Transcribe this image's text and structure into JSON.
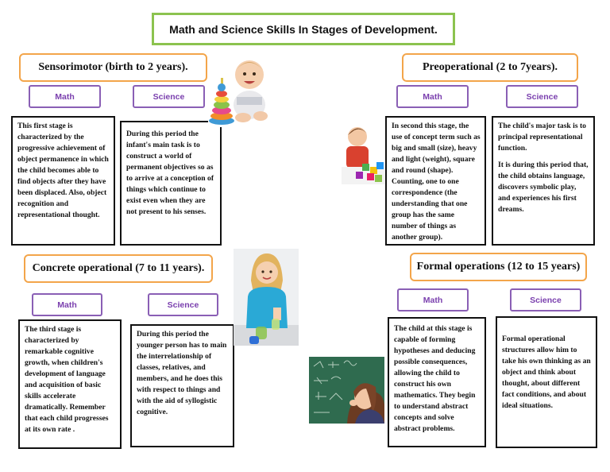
{
  "title": "Math and Science Skills In Stages of Development.",
  "math_label": "Math",
  "science_label": "Science",
  "stages": {
    "sensorimotor": {
      "heading": "Sensorimotor (birth to 2 years).",
      "math_text": "This first stage is characterized by the progressive achievement of object permanence in which the child becomes able to find objects after they have been displaced. Also, object recognition and representational thought.",
      "science_text": "During this period the infant's main task is to construct a world of permanent objectives so as to arrive  at  a conception of things which continue to exist even  when they are not present to his senses."
    },
    "preoperational": {
      "heading": "Preoperational (2 to 7years).",
      "math_text": "In second this stage, the use of concept term such as big and small (size), heavy and light (weight), square and round (shape). Counting, one to one correspondence (the understanding that one group has the same number of things as another group).",
      "science_text_1": "The child's major task is to principal representational function.",
      "science_text_2": "It is during this period that, the child obtains language, discovers symbolic play, and experiences his first dreams."
    },
    "concrete": {
      "heading": "Concrete operational (7 to 11 years).",
      "math_text": "The third stage is characterized by remarkable cognitive growth, when children's development of language and acquisition of basic skills accelerate dramatically. Remember that each child progresses at its own rate .",
      "science_text": "During this period the younger person has to main the interrelationship of classes, relatives, and members, and he does this with respect to things and with the aid of syllogistic cognitive."
    },
    "formal": {
      "heading": "Formal operations (12 to 15 years)",
      "math_text": "The child at this stage is capable of forming hypotheses and deducing possible consequences, allowing the child to construct his own mathematics. They begin to understand abstract concepts and solve abstract problems.",
      "science_text": "Formal operational structures allow him to take his own thinking as an object and think about thought, about different fact conditions, and about ideal situations."
    }
  },
  "colors": {
    "title_border": "#8cc34f",
    "stage_border": "#f3a54a",
    "pill_border": "#8a5fb5",
    "pill_text": "#7a3fae"
  }
}
